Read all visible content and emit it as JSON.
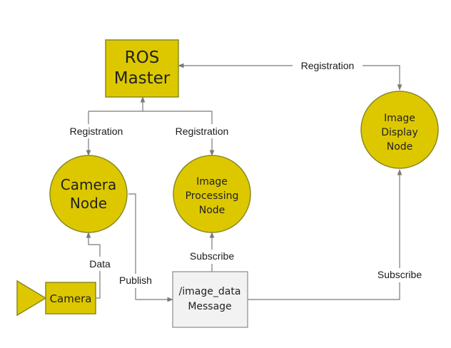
{
  "colors": {
    "node_fill": "#ddc800",
    "node_stroke": "#8a8a20",
    "message_fill": "#f2f2f2",
    "message_stroke": "#8c8c8c",
    "line": "#7a7a7a"
  },
  "nodes": {
    "ros_master": {
      "line1": "ROS",
      "line2": "Master"
    },
    "camera_node": {
      "line1": "Camera",
      "line2": "Node"
    },
    "image_processing_node": {
      "line1": "Image",
      "line2": "Processing",
      "line3": "Node"
    },
    "image_display_node": {
      "line1": "Image",
      "line2": "Display",
      "line3": "Node"
    },
    "camera": {
      "label": "Camera"
    },
    "image_data_message": {
      "line1": "/image_data",
      "line2": "Message"
    }
  },
  "edges": {
    "registration_camera": "Registration",
    "registration_processing": "Registration",
    "registration_display": "Registration",
    "data": "Data",
    "publish": "Publish",
    "subscribe_processing": "Subscribe",
    "subscribe_display": "Subscribe"
  },
  "icons": {
    "arrowhead": "arrowhead-icon",
    "camera_lens": "camera-lens-icon"
  }
}
